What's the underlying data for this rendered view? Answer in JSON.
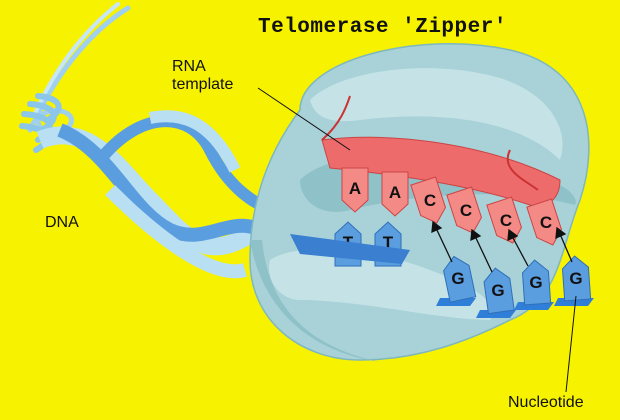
{
  "title": "Telomerase 'Zipper'",
  "labels": {
    "rna_template": [
      "RNA",
      "template"
    ],
    "dna": "DNA",
    "nucleotide": "Nucleotide"
  },
  "template_bases": [
    "A",
    "A",
    "C",
    "C",
    "C",
    "C"
  ],
  "paired_bases": [
    "T",
    "T"
  ],
  "incoming_nucleotides": [
    "G",
    "G",
    "G",
    "G"
  ],
  "colors": {
    "background": "#f7f200",
    "enzyme": "#a8d2d8",
    "rna_strand": "#ee6b6b",
    "dna_strand": "#5b9ee0",
    "dna_light": "#b9dff2"
  }
}
